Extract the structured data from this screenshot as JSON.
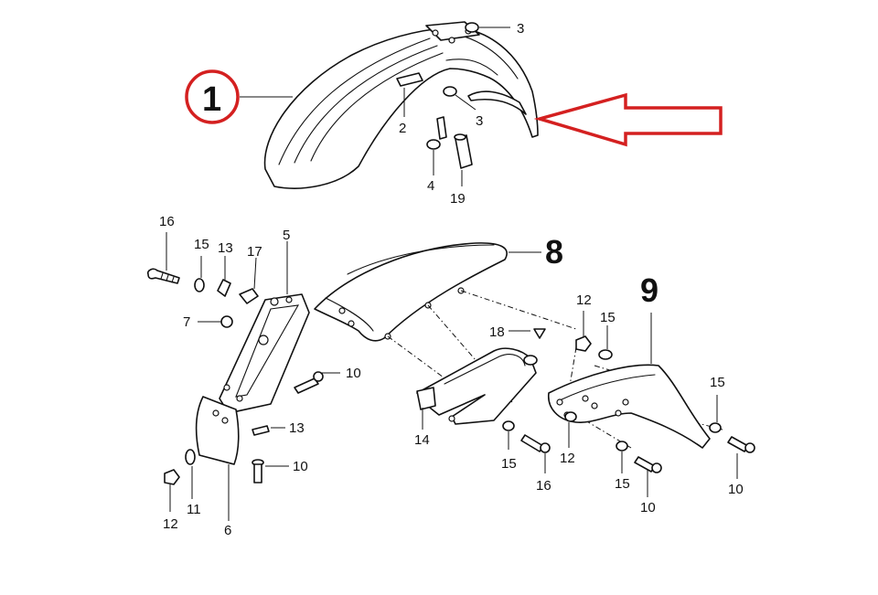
{
  "callouts": {
    "circled_label": "1",
    "circle_color": "#d42020",
    "arrow_color": "#d42020"
  },
  "labels": {
    "l2": "2",
    "l3a": "3",
    "l3b": "3",
    "l4": "4",
    "l19": "19",
    "l16a": "16",
    "l15a": "15",
    "l13a": "13",
    "l17": "17",
    "l5": "5",
    "l7": "7",
    "l8": "8",
    "l10a": "10",
    "l13b": "13",
    "l10b": "10",
    "l11": "11",
    "l12a": "12",
    "l6": "6",
    "l14": "14",
    "l18": "18",
    "l12b": "12",
    "l15b": "15",
    "l9": "9",
    "l15c": "15",
    "l16b": "16",
    "l12c": "12",
    "l15d": "15",
    "l10c": "10",
    "l15e": "15",
    "l10d": "10"
  }
}
